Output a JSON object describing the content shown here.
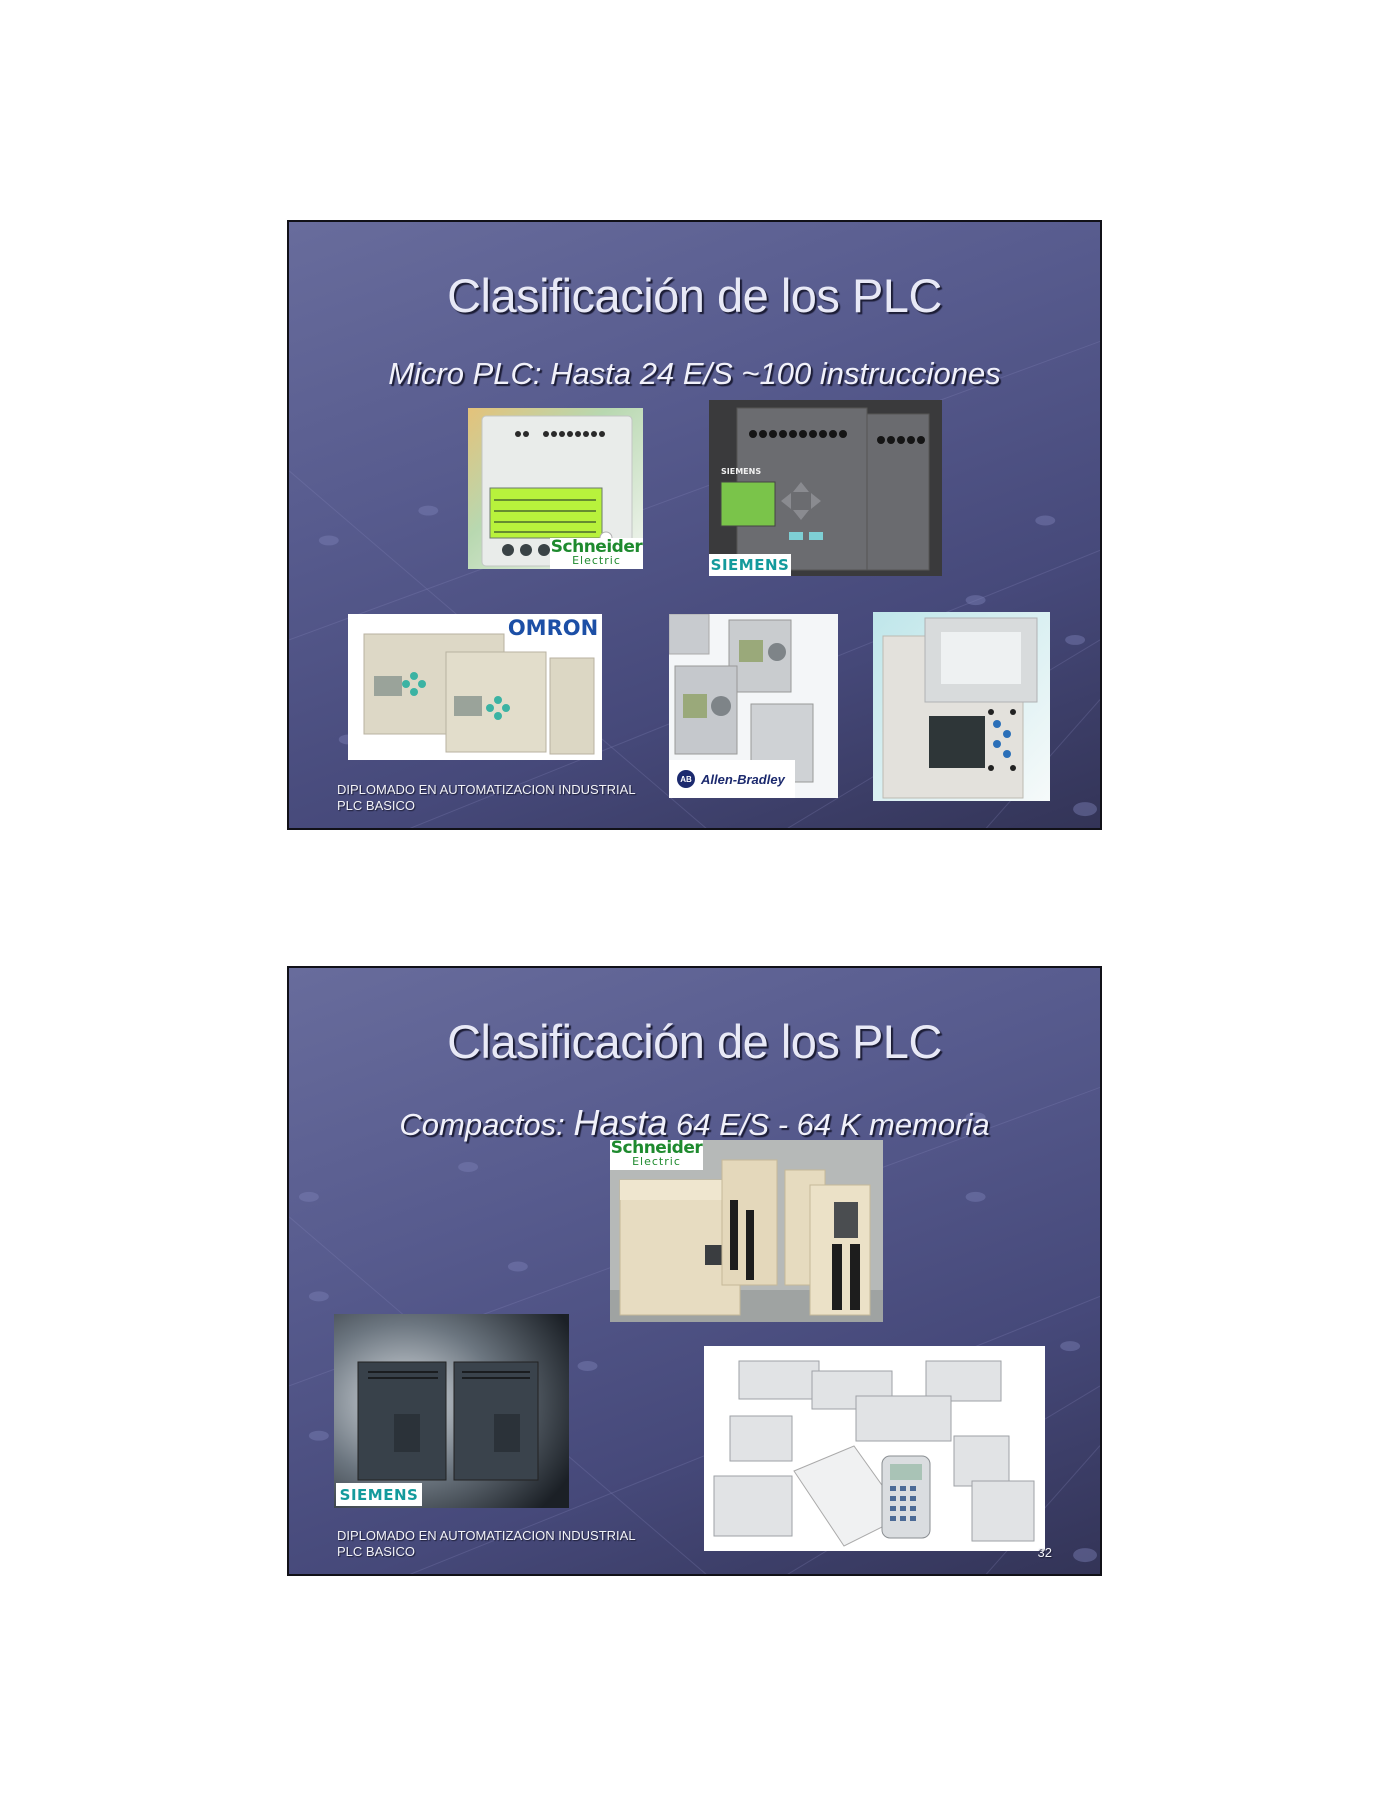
{
  "slides": [
    {
      "title": "Clasificación de los PLC",
      "subtitle": "Micro PLC: Hasta 24 E/S  ~100 instrucciones",
      "footer": {
        "line1": "DIPLOMADO EN AUTOMATIZACION INDUSTRIAL",
        "line2": "PLC BASICO"
      },
      "page_number": "",
      "images": [
        {
          "name": "schneider-zelio-micro-plc-photo",
          "logo": "Schneider",
          "logo_sub": "Electric"
        },
        {
          "name": "siemens-logo-micro-plc-photo",
          "logo": "SIEMENS"
        },
        {
          "name": "omron-zen-micro-plc-photo",
          "logo": "OMRON"
        },
        {
          "name": "allen-bradley-pico-micro-plc-photo",
          "logo": "Allen-Bradley",
          "logo_badge": "AB"
        },
        {
          "name": "genie-micro-plc-photo"
        }
      ]
    },
    {
      "title": "Clasificación de los PLC",
      "subtitle_prefix": "Compactos: ",
      "subtitle_big": "Hasta",
      "subtitle_suffix": " 64 E/S - 64 K memoria",
      "footer": {
        "line1": "DIPLOMADO EN AUTOMATIZACION INDUSTRIAL",
        "line2": "PLC BASICO"
      },
      "page_number": "32",
      "images": [
        {
          "name": "schneider-twido-compact-plc-photo",
          "logo": "Schneider",
          "logo_sub": "Electric"
        },
        {
          "name": "siemens-s7-200-compact-plc-photo",
          "logo": "SIEMENS"
        },
        {
          "name": "allen-bradley-micrologix-compact-plc-photo"
        }
      ]
    }
  ],
  "colors": {
    "slide_bg_top": "#686c9c",
    "slide_bg_bottom": "#333457",
    "title_text": "#e8e9f6",
    "siemens_teal": "#139a9c",
    "schneider_green": "#1e8a2e",
    "omron_blue": "#1c4fa6"
  }
}
